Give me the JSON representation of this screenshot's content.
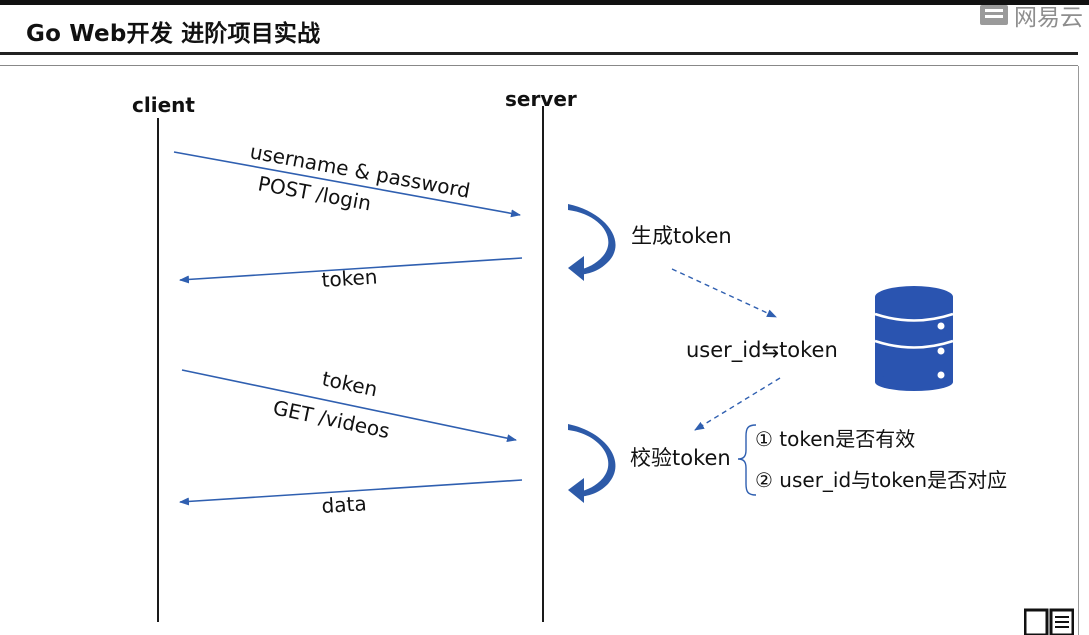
{
  "header": {
    "title": "Go Web开发 进阶项目实战",
    "logo_text": "网易云"
  },
  "diagram": {
    "client_label": "client",
    "server_label": "server",
    "msg_login_line1": "username & password",
    "msg_login_line2": "POST /login",
    "msg_token_response": "token",
    "msg_videos_line1": "token",
    "msg_videos_line2": "GET /videos",
    "msg_data_response": "data",
    "generate_token": "生成token",
    "mapping": "user_id⇆token",
    "verify_token": "校验token",
    "check_1": "①  token是否有效",
    "check_2": "②  user_id与token是否对应"
  },
  "colors": {
    "arrow_blue": "#2f5fb0",
    "curve_blue": "#2d5aa8",
    "db_blue": "#2a54b0",
    "line_dark": "#1a1a1a"
  },
  "icons": {
    "database": "database-icon",
    "slides": "slides-icon",
    "logo": "netease-logo-icon"
  }
}
